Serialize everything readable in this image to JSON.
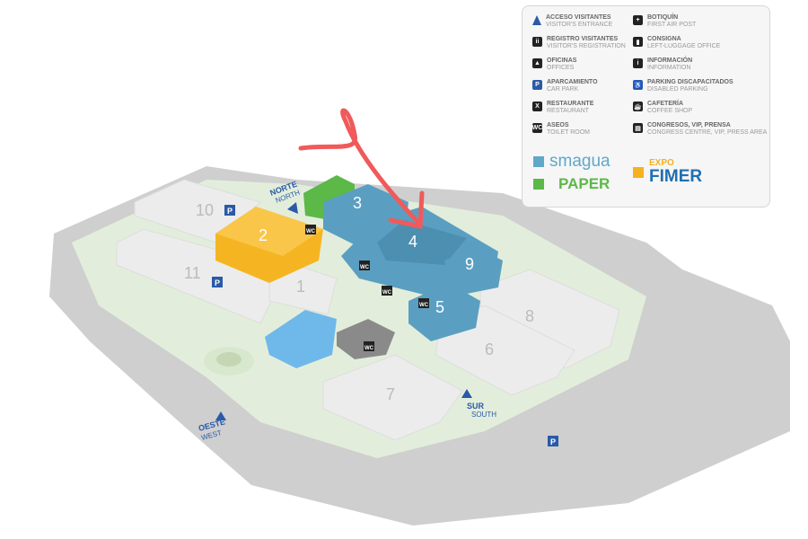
{
  "legend": {
    "items": [
      {
        "icon": "triangle-icon",
        "es": "ACCESO VISITANTES",
        "en": "VISITOR'S ENTRANCE"
      },
      {
        "icon": "registration-icon",
        "es": "REGISTRO VISITANTES",
        "en": "VISITOR'S REGISTRATION"
      },
      {
        "icon": "office-icon",
        "es": "OFICINAS",
        "en": "OFFICES"
      },
      {
        "icon": "parking-icon",
        "es": "APARCAMIENTO",
        "en": "CAR PARK"
      },
      {
        "icon": "restaurant-icon",
        "es": "RESTAURANTE",
        "en": "RESTAURANT"
      },
      {
        "icon": "wc-icon",
        "es": "ASEOS",
        "en": "TOILET ROOM"
      },
      {
        "icon": "first-aid-icon",
        "es": "BOTIQUÍN",
        "en": "FIRST AIR POST"
      },
      {
        "icon": "luggage-icon",
        "es": "CONSIGNA",
        "en": "LEFT-LUGGAGE OFFICE"
      },
      {
        "icon": "info-icon",
        "es": "INFORMACIÓN",
        "en": "INFORMATION"
      },
      {
        "icon": "disabled-parking-icon",
        "es": "PARKING DISCAPACITADOS",
        "en": "DISABLED PARKING"
      },
      {
        "icon": "coffee-icon",
        "es": "CAFETERÍA",
        "en": "COFFEE SHOP"
      },
      {
        "icon": "congress-icon",
        "es": "CONGRESOS, VIP, PRENSA",
        "en": "CONGRESS CENTRE, VIP, PRESS AREA"
      }
    ],
    "brands": [
      {
        "name": "smagua",
        "color": "#5fa8c8"
      },
      {
        "name": "PAPER",
        "color": "#5cb847"
      },
      {
        "name_top": "EXPO",
        "name": "FIMER",
        "color": "#f5b120"
      }
    ]
  },
  "map": {
    "halls": [
      "10",
      "11",
      "2",
      "1",
      "3",
      "4",
      "9",
      "5",
      "8",
      "6",
      "7"
    ],
    "entrances": {
      "north": [
        "NORTE",
        "NORTH"
      ],
      "south": [
        "SUR",
        "SOUTH"
      ],
      "west": [
        "OESTE",
        "WEST"
      ]
    },
    "parking_label": "P",
    "wc_label": "WC",
    "colors": {
      "ground": "#c9c9c9",
      "path": "#e3efdc",
      "hall": "#ececec",
      "blue": "#5a9fc2",
      "orange": "#f5b523",
      "green": "#5cb847",
      "arrow": "#f05a5a"
    }
  }
}
